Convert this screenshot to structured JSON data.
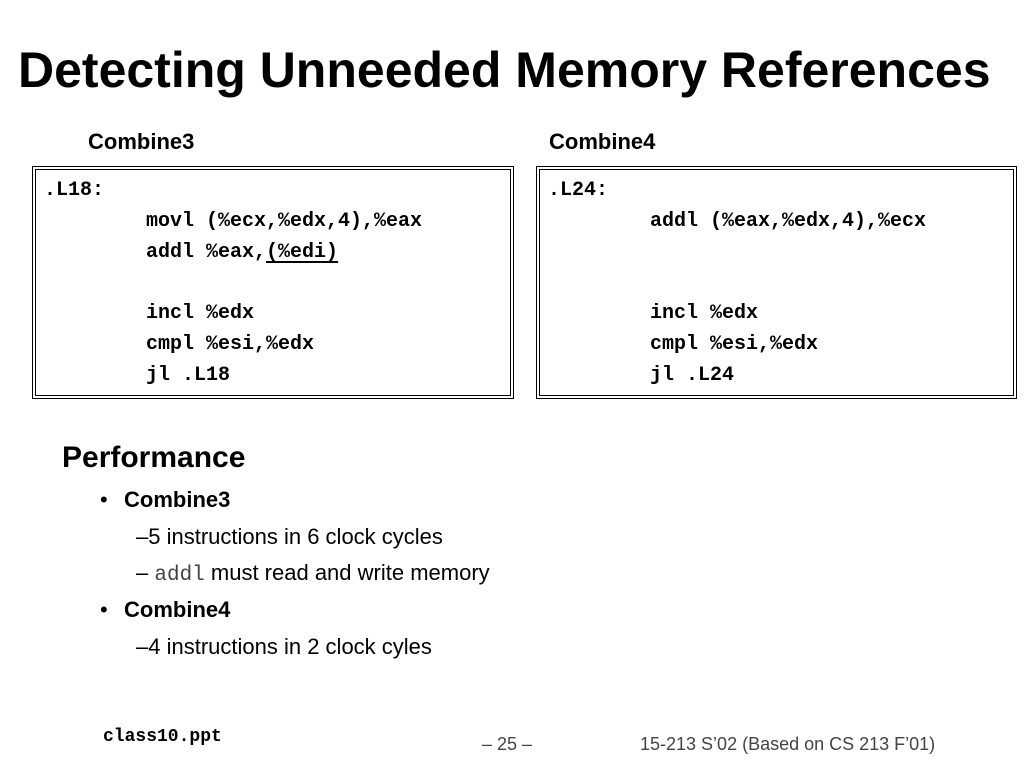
{
  "title": "Detecting Unneeded Memory References",
  "left_panel": {
    "label": "Combine3",
    "code": {
      "line1": ".L18:",
      "line2": "movl (%ecx,%edx,4),%eax",
      "line3_a": "addl %eax,",
      "line3_b": "(%edi)",
      "line4": "incl %edx",
      "line5": "cmpl %esi,%edx",
      "line6": "jl .L18"
    }
  },
  "right_panel": {
    "label": "Combine4",
    "code": {
      "line1": ".L24:",
      "line2": "addl (%eax,%edx,4),%ecx",
      "line4": "incl %edx",
      "line5": "cmpl %esi,%edx",
      "line6": "jl .L24"
    }
  },
  "performance": {
    "heading": "Performance",
    "bullet1": "Combine3",
    "sub1": "5 instructions in 6 clock cycles",
    "sub2_code": "addl",
    "sub2_text": " must read and write memory",
    "bullet2": "Combine4",
    "sub3": "4 instructions in  2 clock cyles"
  },
  "footer": {
    "file": "class10.ppt",
    "page": "– 25 –",
    "course": "15-213 S’02 (Based on CS 213 F’01)"
  }
}
